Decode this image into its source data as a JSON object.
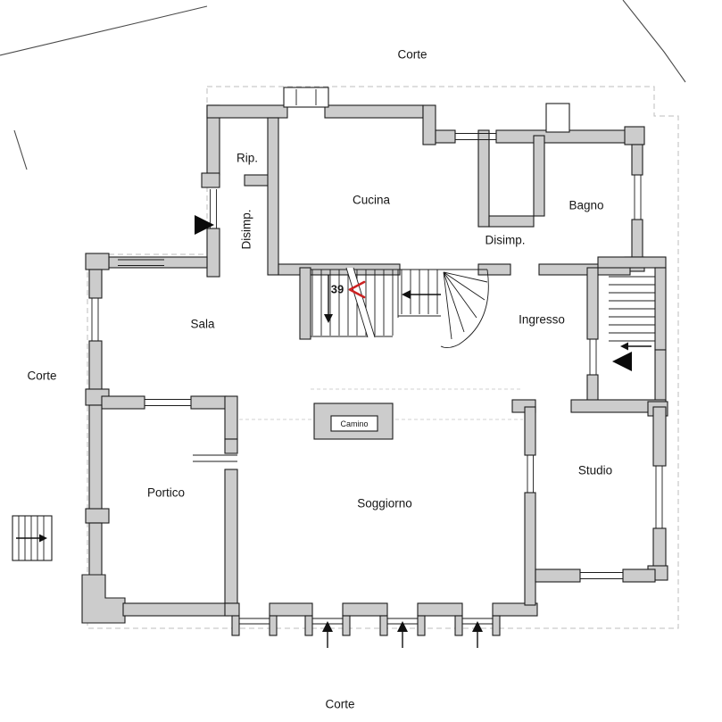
{
  "plan": {
    "labels": {
      "corte_top": "Corte",
      "corte_left": "Corte",
      "corte_bottom": "Corte",
      "rip": "Rip.",
      "cucina": "Cucina",
      "disimp_corridor": "Disimp.",
      "disimp_hall": "Disimp.",
      "bagno": "Bagno",
      "sala": "Sala",
      "ingresso": "Ingresso",
      "camino": "Camino",
      "portico": "Portico",
      "soggiorno": "Soggiorno",
      "studio": "Studio"
    },
    "annotation": {
      "number": "39"
    },
    "colors": {
      "wall_fill": "#cccccc",
      "line_color": "#1c1c1c",
      "dashed_color": "#bdbdbd",
      "annotation_red": "#cc2222",
      "background": "#ffffff"
    }
  }
}
